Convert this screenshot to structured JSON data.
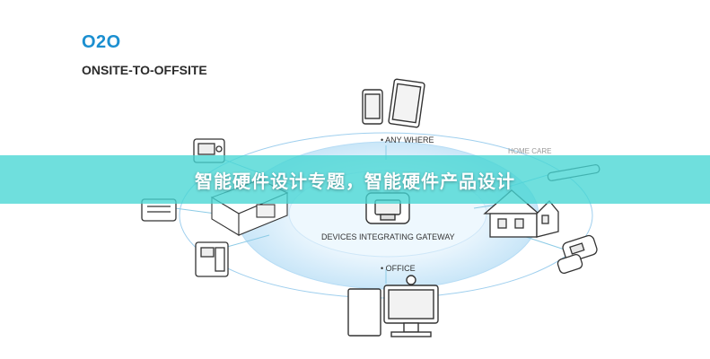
{
  "header": {
    "title": "O2O",
    "subtitle": "ONSITE-TO-OFFSITE"
  },
  "diagram": {
    "label_anywhere": "• ANY WHERE",
    "label_gateway": "DEVICES INTEGRATING GATEWAY",
    "label_office": "• OFFICE",
    "label_homecare": "HOME CARE",
    "ellipse_color": "#d6ecfa"
  },
  "banner": {
    "text": "智能硬件设计专题，智能硬件产品设计",
    "color": "#46d6d4"
  }
}
